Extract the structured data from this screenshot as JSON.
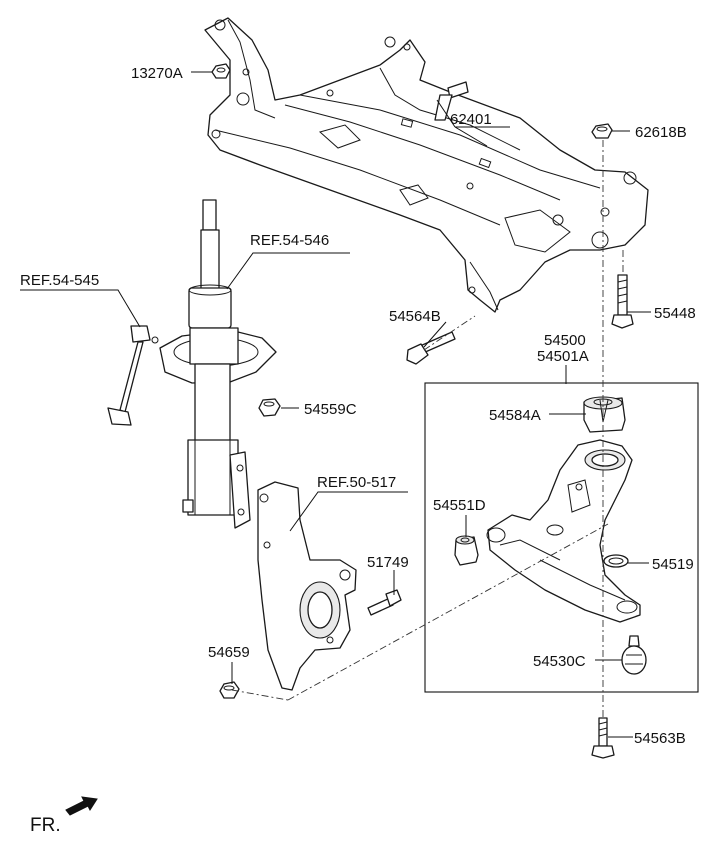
{
  "labels": {
    "p13270a": "13270A",
    "p62401": "62401",
    "p62618b": "62618B",
    "ref54546": "REF.54-546",
    "ref54545": "REF.54-545",
    "p54564b": "54564B",
    "p55448": "55448",
    "p54500": "54500",
    "p54501a": "54501A",
    "p54559c": "54559C",
    "p54584a": "54584A",
    "ref50517": "REF.50-517",
    "p54551d": "54551D",
    "p51749": "51749",
    "p54519": "54519",
    "p54659": "54659",
    "p54530c": "54530C",
    "p54563b": "54563B",
    "fr": "FR."
  },
  "icons": {
    "direction_arrow": "front-direction-arrow-icon"
  }
}
